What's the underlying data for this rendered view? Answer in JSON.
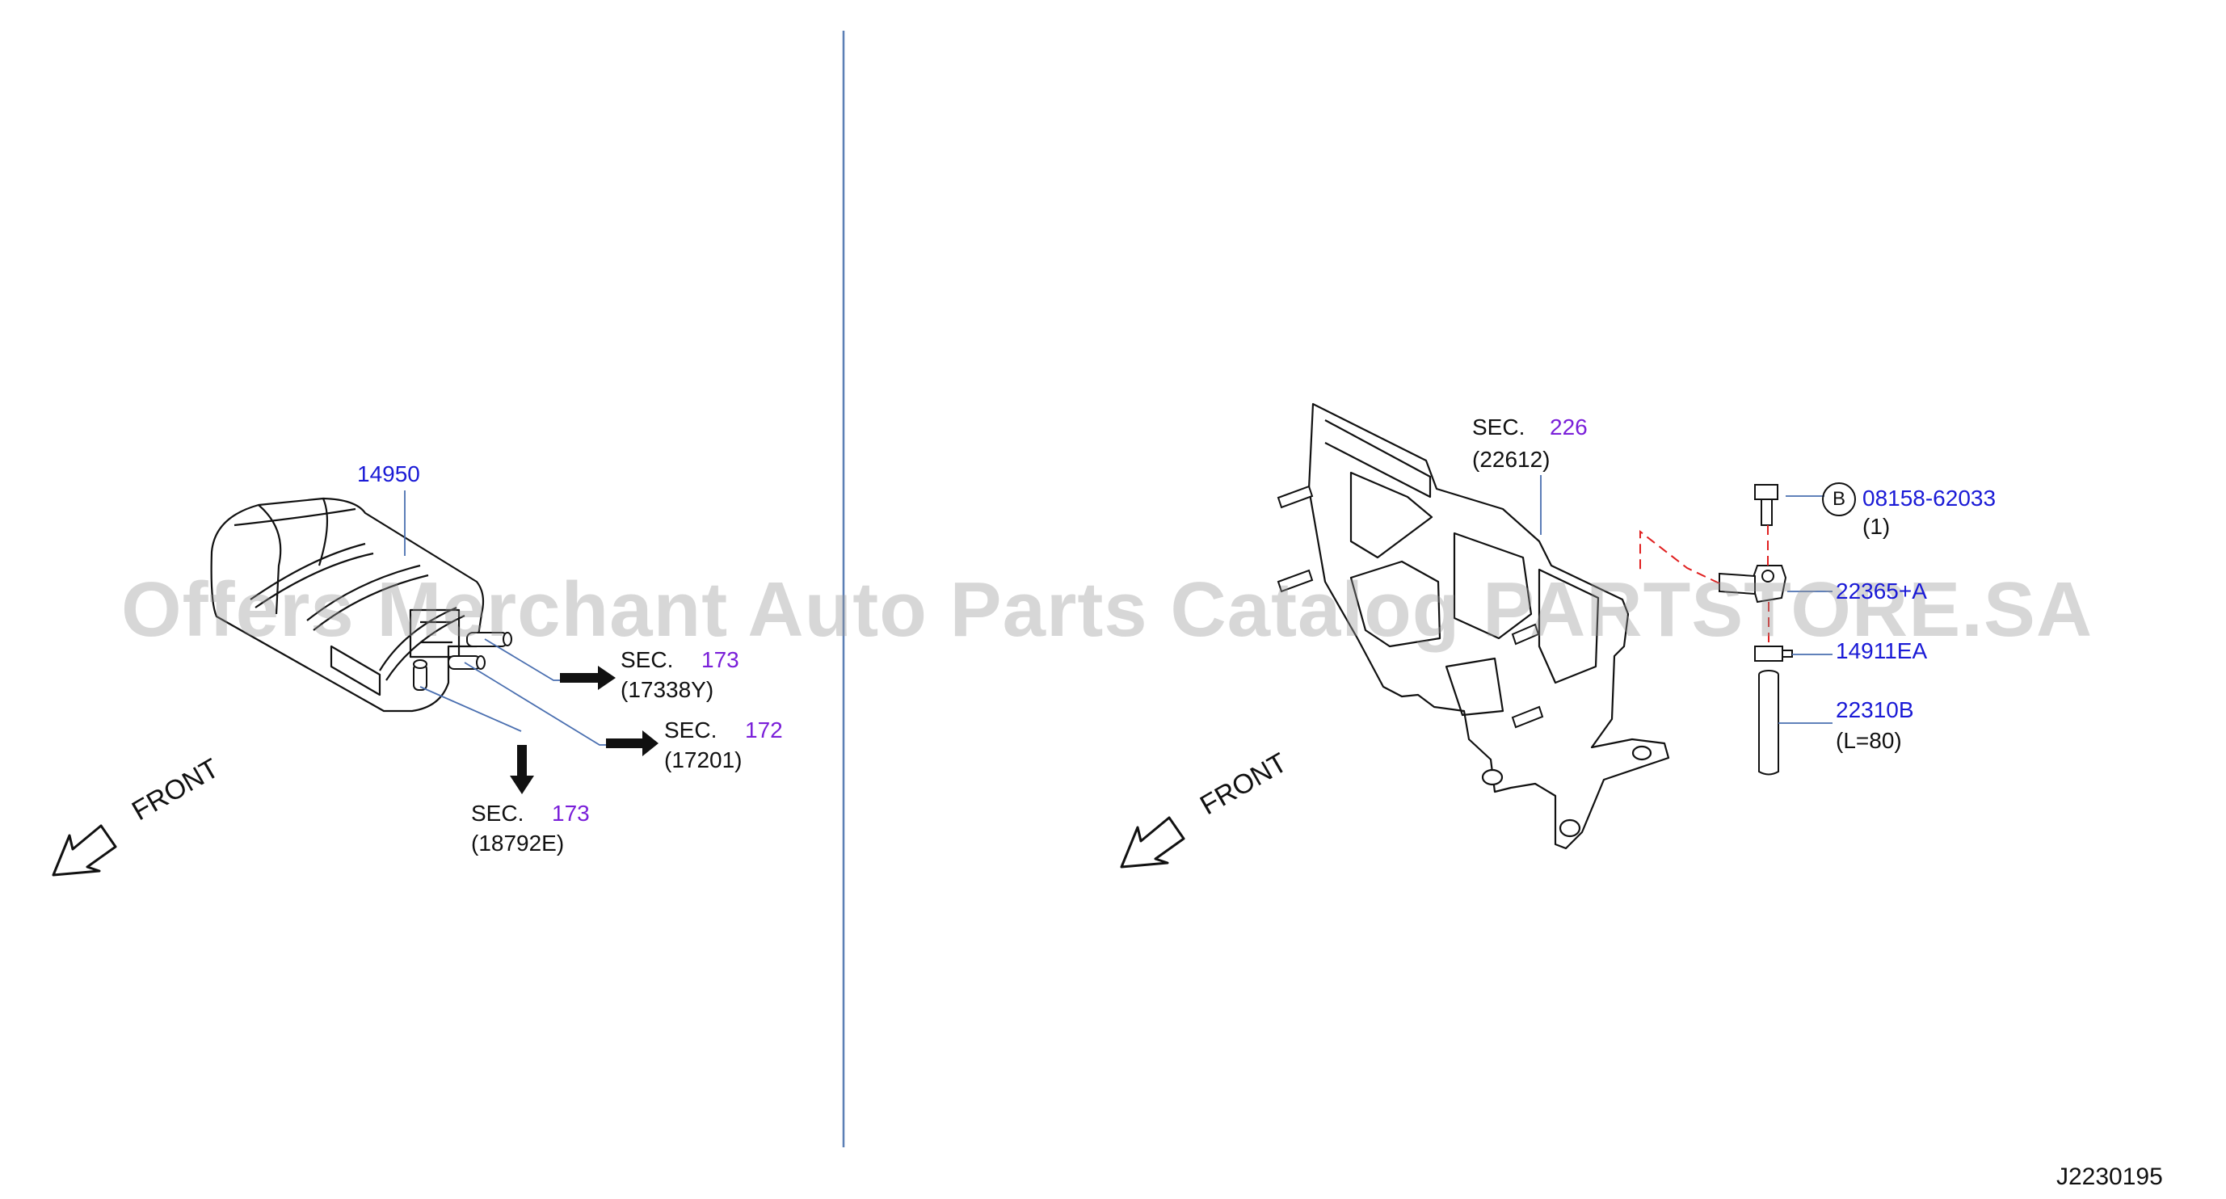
{
  "watermark": "Offers Merchant Auto Parts Catalog PARTSTORE.SA",
  "diagram_id": "J2230195",
  "left_panel": {
    "part_14950": "14950",
    "sec_label": "SEC.",
    "sec_a_num": "173",
    "sec_a_ref": "(17338Y)",
    "sec_b_num": "172",
    "sec_b_ref": "(17201)",
    "sec_c_num": "173",
    "sec_c_ref": "(18792E)",
    "front": "FRONT"
  },
  "right_panel": {
    "sec_label": "SEC.",
    "sec_num": "226",
    "sec_ref": "(22612)",
    "bolt_marker": "B",
    "bolt_part": "08158-62033",
    "bolt_qty": "(1)",
    "sensor_part": "22365+A",
    "clamp_part": "14911EA",
    "hose_part": "22310B",
    "hose_len": "(L=80)",
    "front": "FRONT"
  },
  "colors": {
    "part_link": "#1a1ad6",
    "section_link": "#7a1fd9",
    "leader": "#4a6fb0",
    "divider": "#5b7fb5",
    "dash": "#e02020"
  }
}
